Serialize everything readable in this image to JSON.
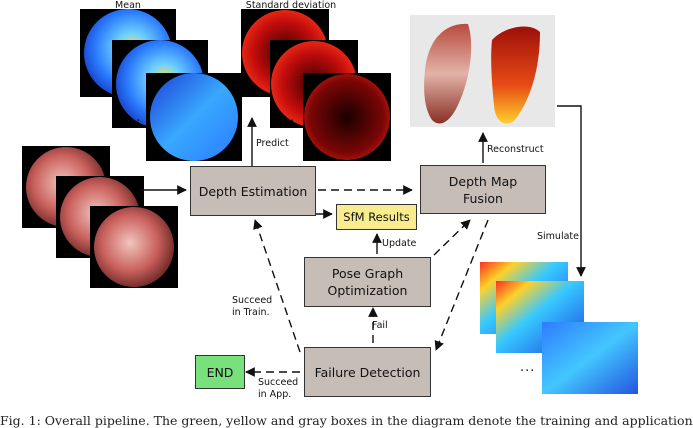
{
  "labels": {
    "mean": "Mean",
    "std": "Standard deviation",
    "predict": "Predict",
    "reconstruct": "Reconstruct",
    "simulate": "Simulate",
    "update": "Update",
    "fail": "Fail",
    "succeed_train_1": "Succeed",
    "succeed_train_2": "in Train.",
    "succeed_app_1": "Succeed",
    "succeed_app_2": "in App.",
    "ellipsis": "..."
  },
  "boxes": {
    "depth_estimation": "Depth Estimation",
    "fusion_1": "Depth Map",
    "fusion_2": "Fusion",
    "sfm": "SfM Results",
    "pose_1": "Pose Graph",
    "pose_2": "Optimization",
    "failure": "Failure Detection",
    "end": "END"
  },
  "caption": "Fig. 1: Overall pipeline. The green, yellow and gray boxes in the diagram denote the training and application"
}
